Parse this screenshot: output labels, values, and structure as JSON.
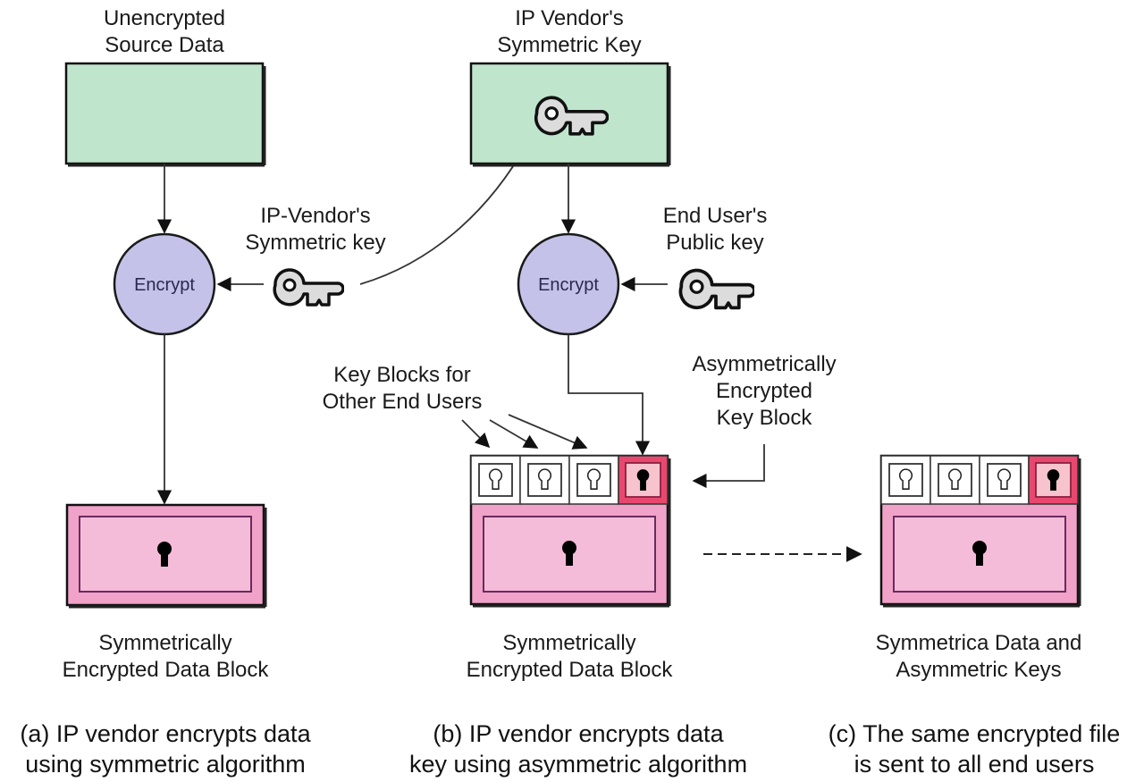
{
  "figure": {
    "panels": [
      {
        "id": "a",
        "source_label": [
          "Unencrypted",
          "Source Data"
        ],
        "key_label": [
          "IP-Vendor's",
          "Symmetric key"
        ],
        "encrypt_label": "Encrypt",
        "output_label": [
          "Symmetrically",
          "Encrypted Data Block"
        ],
        "caption": [
          "(a) IP vendor encrypts data",
          "using symmetric algorithm"
        ]
      },
      {
        "id": "b",
        "source_label": [
          "IP Vendor's",
          "Symmetric Key"
        ],
        "key_label": [
          "End User's",
          "Public key"
        ],
        "encrypt_label": "Encrypt",
        "key_blocks_label": [
          "Key Blocks for",
          "Other End Users"
        ],
        "asym_label": [
          "Asymmetrically",
          "Encrypted",
          "Key Block"
        ],
        "output_label": [
          "Symmetrically",
          "Encrypted Data Block"
        ],
        "caption": [
          "(b) IP vendor encrypts data",
          "key using asymmetric algorithm"
        ]
      },
      {
        "id": "c",
        "output_label": [
          "Symmetrica Data and",
          "Asymmetric Keys"
        ],
        "caption": [
          "(c) The same encrypted file",
          "is sent to all end users"
        ]
      }
    ],
    "key_slots_per_block": 4,
    "colors": {
      "source_box": "#bfe6cc",
      "encrypt_circle": "#c4c2e8",
      "data_block_outer": "#f0a2c8",
      "data_block_inner": "#f5bcd9",
      "asym_slot": "#e8486e",
      "asym_slot_inner": "#f7c3cc",
      "key_fill": "#dcdcdc",
      "line": "#333333"
    }
  }
}
